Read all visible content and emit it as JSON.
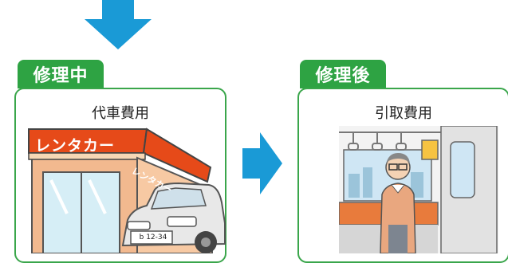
{
  "colors": {
    "accent": "#2ea343",
    "arrow": "#1a9ad6",
    "border": "#3aa64b"
  },
  "before": {
    "tab_label": "修理中",
    "card_title": "代車費用",
    "shop_sign": "レンタカー",
    "shop_sign_side": "レンタカー",
    "plate": "b 12-34"
  },
  "after": {
    "tab_label": "修理後",
    "card_title": "引取費用"
  }
}
